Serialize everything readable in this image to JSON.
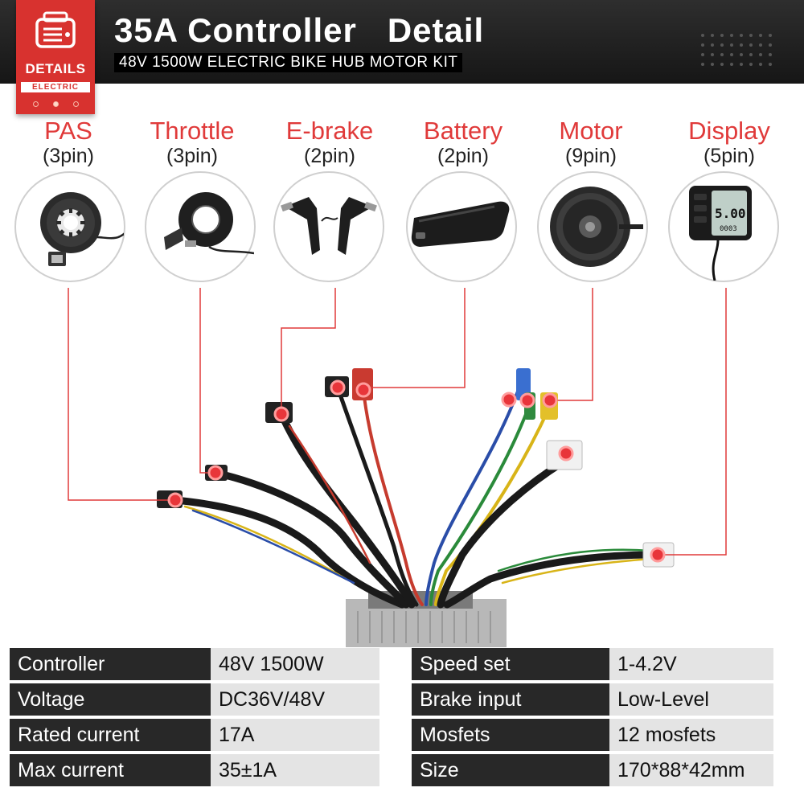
{
  "header": {
    "title": "35A Controller   Detail",
    "subtitle": "48V 1500W ELECTRIC BIKE HUB MOTOR KIT",
    "badge": {
      "main": "DETAILS",
      "sub": "ELECTRIC"
    }
  },
  "components": [
    {
      "name": "PAS",
      "pins": "(3pin)",
      "icon": "pas-sensor-icon"
    },
    {
      "name": "Throttle",
      "pins": "(3pin)",
      "icon": "thumb-throttle-icon"
    },
    {
      "name": "E-brake",
      "pins": "(2pin)",
      "icon": "brake-lever-icon"
    },
    {
      "name": "Battery",
      "pins": "(2pin)",
      "icon": "battery-pack-icon"
    },
    {
      "name": "Motor",
      "pins": "(9pin)",
      "icon": "hub-motor-icon"
    },
    {
      "name": "Display",
      "pins": "(5pin)",
      "icon": "lcd-display-icon"
    }
  ],
  "display_screen": {
    "speed": "5.00",
    "odo": "0003"
  },
  "specs_left": [
    {
      "label": "Controller",
      "value": "48V 1500W"
    },
    {
      "label": "Voltage",
      "value": "DC36V/48V"
    },
    {
      "label": "Rated current",
      "value": "17A"
    },
    {
      "label": "Max current",
      "value": "35±1A"
    }
  ],
  "specs_right": [
    {
      "label": "Speed set",
      "value": "1-4.2V"
    },
    {
      "label": "Brake input",
      "value": "Low-Level"
    },
    {
      "label": "Mosfets",
      "value": "12 mosfets"
    },
    {
      "label": "Size",
      "value": "170*88*42mm"
    }
  ],
  "colors": {
    "accent_red": "#e03a3a",
    "header_bg": "#1e1e1e",
    "label_bg": "#282828",
    "value_bg": "#e4e4e4"
  }
}
